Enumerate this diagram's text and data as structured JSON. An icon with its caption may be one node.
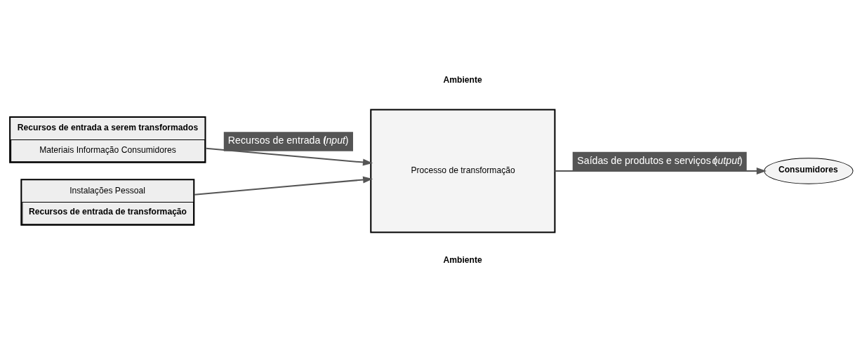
{
  "diagram": {
    "nodes": [
      {
        "text": [
          "Recursos de entrada a serem transformados",
          "Materiais Informação Consumidores"
        ]
      },
      {
        "text": [
          "Instalações Pessoal",
          "Recursos de entrada de transformação"
        ]
      },
      {
        "text": [
          "Processo de transformação"
        ]
      },
      {
        "text": [
          "Consumidores"
        ]
      }
    ],
    "edges": [
      {
        "from": 0,
        "to": 2,
        "arrow": "to",
        "label": "Recursos de entrada (*Input*)"
      },
      {
        "from": 1,
        "to": 2,
        "arrow": "to"
      },
      {
        "from": 2,
        "to": 3,
        "arrow": "to",
        "label": "Saídas de produtos e serviços (*output*)"
      }
    ],
    "labels": [
      "Ambiente",
      "Ambiente"
    ]
  }
}
